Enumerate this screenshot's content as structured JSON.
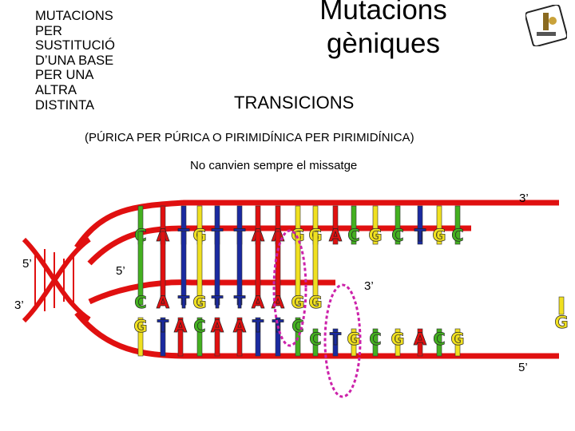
{
  "header": {
    "left_lines": [
      "MUTACIONS",
      "PER",
      "SUSTITUCIÓ",
      "D’UNA BASE",
      "PER UNA",
      "ALTRA",
      "DISTINTA"
    ],
    "title_lines": [
      "Mutacions",
      "gèniques"
    ],
    "transicions": "TRANSICIONS",
    "description": "(PÚRICA PER PÚRICA O PIRIMIDÍNICA PER PIRIMIDÍNICA)",
    "message": "No canvien sempre el missatge"
  },
  "labels": {
    "top_right_3": "3’",
    "left_5": "5’",
    "left_3": "3’",
    "inner_5": "5’",
    "mid_3": "3’",
    "bottom_right_5": "5’"
  },
  "strands": {
    "top": [
      "C",
      "A",
      "T",
      "G",
      "T",
      "T",
      "A",
      "A",
      "G",
      "G",
      "A",
      "C",
      "G",
      "C",
      "T",
      "G",
      "C"
    ],
    "middle_upper": [
      "C",
      "A",
      "T",
      "G",
      "T",
      "T",
      "A",
      "A",
      "G",
      "G"
    ],
    "middle_lower": [
      "G",
      "T",
      "A",
      "C",
      "A",
      "A",
      "T",
      "T",
      "C",
      "C",
      "T",
      "G",
      "C",
      "G",
      "A",
      "C",
      "G"
    ],
    "lone_right": "G"
  },
  "colors": {
    "strand": "#e01010",
    "A": "#e01010",
    "T": "#1a2aa0",
    "G": "#f0e020",
    "C": "#44b020",
    "highlight": "#cc22aa"
  }
}
